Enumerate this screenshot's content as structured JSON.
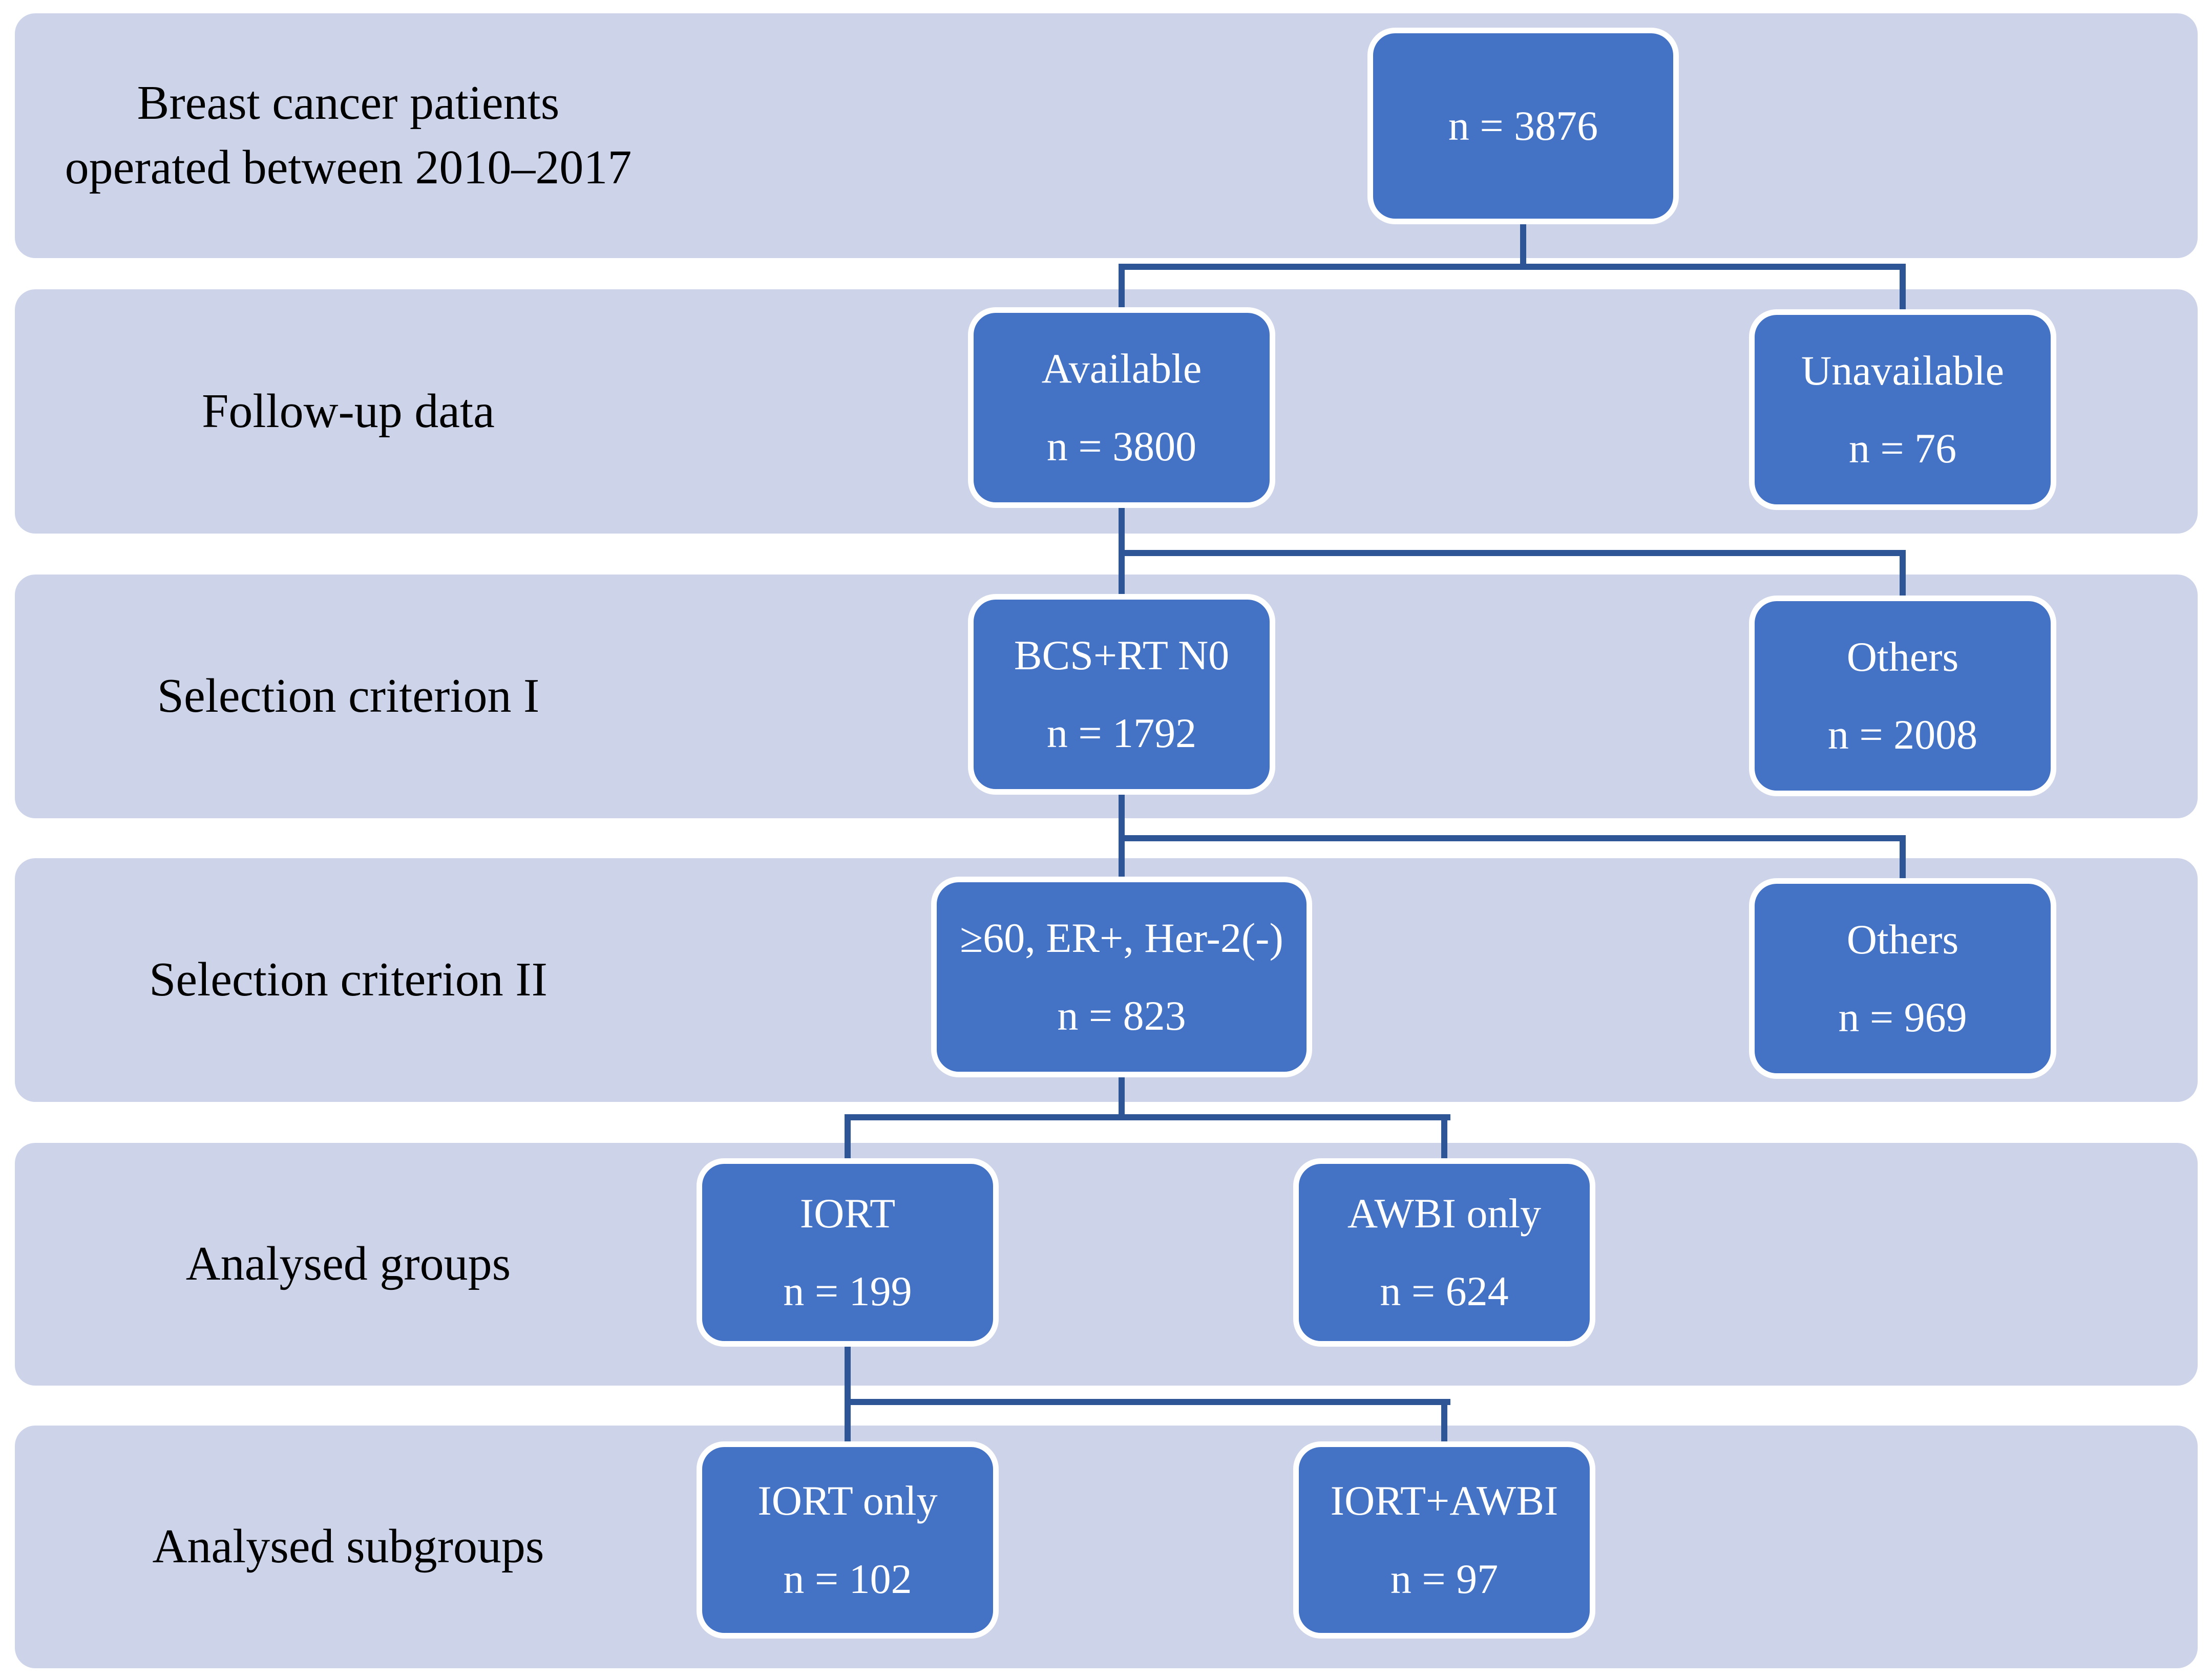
{
  "colors": {
    "background": "#ffffff",
    "band": "#cdd3e9",
    "box": "#4472c4",
    "box_border": "#ffffff",
    "connector": "#2e5596",
    "label_text": "#000000",
    "box_text": "#ffffff"
  },
  "rows": [
    {
      "label_line1": "Breast cancer patients",
      "label_line2": "operated between 2010–2017",
      "boxes": [
        {
          "n": "n = 3876"
        }
      ]
    },
    {
      "label": "Follow-up data",
      "boxes": [
        {
          "title": "Available",
          "n": "n = 3800"
        },
        {
          "title": "Unavailable",
          "n": "n = 76"
        }
      ]
    },
    {
      "label": "Selection criterion I",
      "boxes": [
        {
          "title": "BCS+RT N0",
          "n": "n = 1792"
        },
        {
          "title": "Others",
          "n": "n = 2008"
        }
      ]
    },
    {
      "label": "Selection criterion II",
      "boxes": [
        {
          "title": "≥60, ER+, Her-2(-)",
          "n": "n = 823"
        },
        {
          "title": "Others",
          "n": "n = 969"
        }
      ]
    },
    {
      "label": "Analysed groups",
      "boxes": [
        {
          "title": "IORT",
          "n": "n = 199"
        },
        {
          "title": "AWBI only",
          "n": "n = 624"
        }
      ]
    },
    {
      "label": "Analysed subgroups",
      "boxes": [
        {
          "title": "IORT only",
          "n": "n = 102"
        },
        {
          "title": "IORT+AWBI",
          "n": "n = 97"
        }
      ]
    }
  ]
}
